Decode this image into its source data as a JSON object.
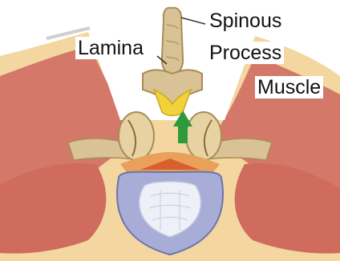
{
  "labels": {
    "spinous_line1": "Spinous",
    "spinous_line2": "Process",
    "lamina": "Lamina",
    "muscle": "Muscle"
  },
  "colors": {
    "muscle": "#d4796a",
    "fat": "#f3d6a0",
    "bone": "#d9c295",
    "disc": "#a8add8",
    "nucleus": "#eef0f7",
    "arrow": "#2e9a3c",
    "yellow_ligament": "#f2d23a",
    "nerve_zone": "#e8a05a"
  },
  "icons": {
    "arrow": "up-arrow-icon"
  }
}
